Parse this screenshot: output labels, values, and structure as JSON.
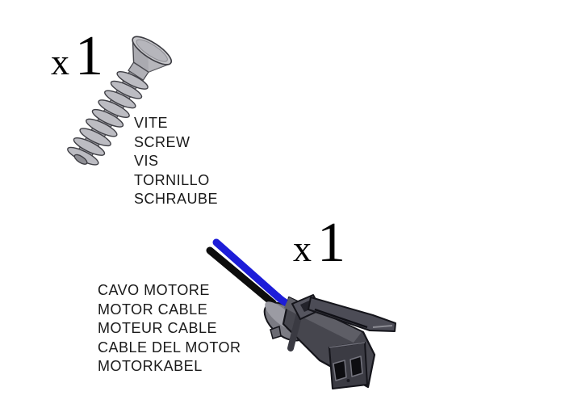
{
  "diagram_type": "parts-list",
  "background": "#ffffff",
  "text_color": "#1a1a1a",
  "parts": [
    {
      "id": "screw",
      "quantity_label": "x",
      "quantity_value": "1",
      "labels": [
        "VITE",
        "SCREW",
        "VIS",
        "TORNILLO",
        "SCHRAUBE"
      ],
      "icon": "screw-icon",
      "colors": {
        "metal_light": "#c6c6ca",
        "metal_mid": "#aaaab0",
        "metal_dark": "#8e8e94",
        "outline": "#3c3c42"
      }
    },
    {
      "id": "motor-cable",
      "quantity_label": "x",
      "quantity_value": "1",
      "labels": [
        "CAVO MOTORE",
        "MOTOR CABLE",
        "MOTEUR CABLE",
        "CABLE DEL MOTOR",
        "MOTORKABEL"
      ],
      "icon": "motor-cable-connector-icon",
      "colors": {
        "housing": "#46464e",
        "housing_light": "#5e5e66",
        "housing_dark": "#3b3b43",
        "wire_blue": "#1d1dd8",
        "wire_black": "#0d0d0d",
        "outline": "#15151b"
      }
    }
  ]
}
